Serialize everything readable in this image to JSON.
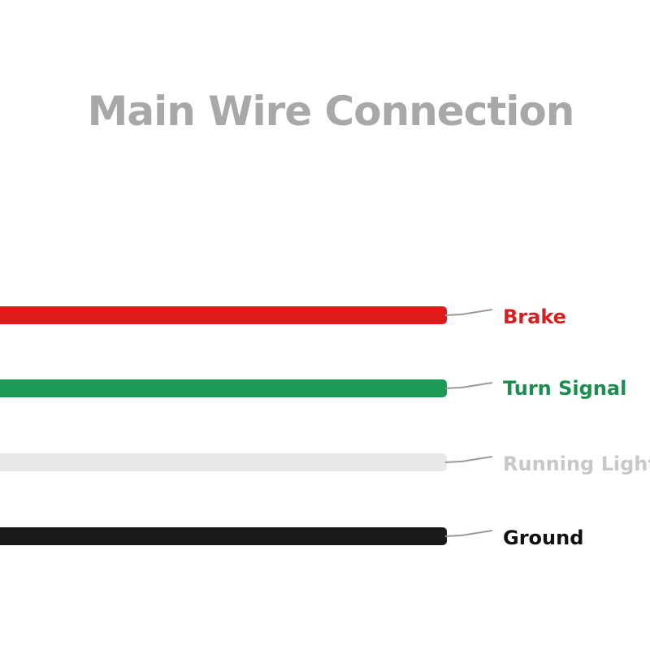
{
  "title": "Main Wire Connection",
  "wires": [
    {
      "label": "Brake",
      "color": "#e01a1a",
      "text_color": "#d81e1e"
    },
    {
      "label": "Turn Signal",
      "color": "#1a9a55",
      "text_color": "#1a8f4f"
    },
    {
      "label": "Running Light",
      "color": "#e8e8e8",
      "text_color": "#c8c8c8"
    },
    {
      "label": "Ground",
      "color": "#1a1a1a",
      "text_color": "#111111"
    }
  ]
}
